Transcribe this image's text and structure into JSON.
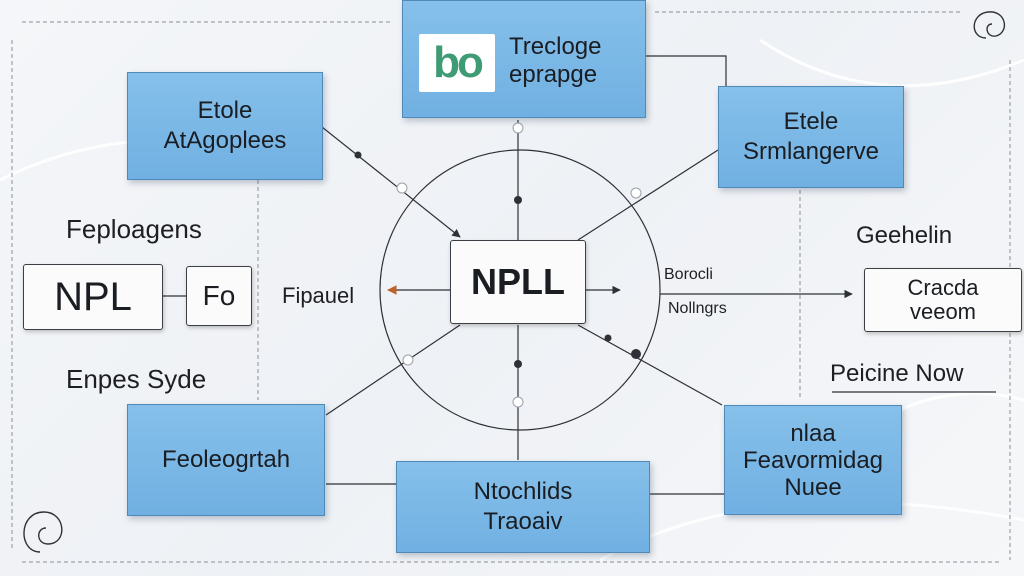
{
  "center": {
    "label": "NPLL"
  },
  "top_box": {
    "logo_text": "bo",
    "lines": [
      "Trecloge",
      "eprapge"
    ]
  },
  "top_left_box": {
    "lines": [
      "Etole",
      "AtAgoplees"
    ]
  },
  "top_right_box": {
    "lines": [
      "Etele",
      "Srmlangerve"
    ]
  },
  "bottom_left_box": {
    "lines": [
      "Feoleogrtah"
    ]
  },
  "bottom_box": {
    "lines": [
      "Ntochlids",
      "Traoaiv"
    ]
  },
  "bottom_right_box": {
    "lines": [
      "nlaa",
      "Feavormidag",
      "Nuee"
    ]
  },
  "left_panel": {
    "heading": "Feploagens",
    "npl_box": "NPL",
    "fo_box": "Fo",
    "caption": "Enpes Syde"
  },
  "middle_labels": {
    "left": "Fipauel",
    "right_top": "Borocli",
    "right_bottom": "Nollngrs"
  },
  "right_panel": {
    "heading": "Geehelin",
    "box_lines": [
      "Cracda",
      "veeom"
    ],
    "footer": "Peicine Now"
  },
  "colors": {
    "box_fill": "#7ab6e6",
    "box_border": "#4e89b8",
    "line": "#2e3238",
    "accent_arrow": "#c0622a"
  }
}
